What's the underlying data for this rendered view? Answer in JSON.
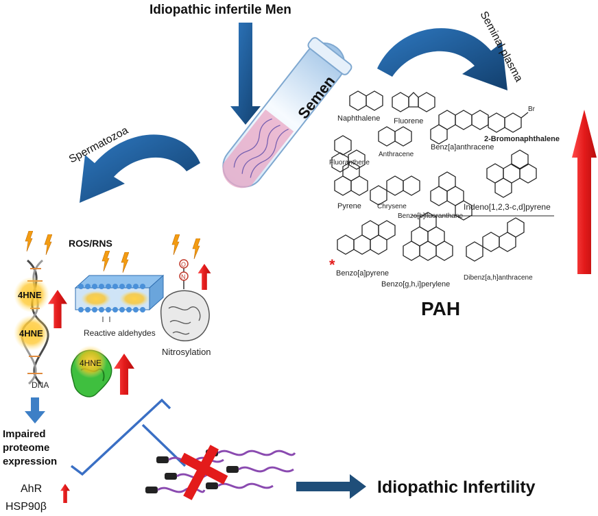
{
  "title": "Idiopathic infertile Men",
  "semen_label": "Semen",
  "branch_left": "Spermatozoa",
  "branch_right": "Seminal plasma",
  "ros_label": "ROS/RNS",
  "hne_label": "4HNE",
  "reactive_aldehydes": "Reactive aldehydes",
  "nitrosylation": "Nitrosylation",
  "nitroso_o": "O",
  "nitroso_n": "N",
  "dna_label": "DNA",
  "impaired": [
    "Impaired",
    "proteome",
    "expression"
  ],
  "ahr": "AhR",
  "hsp": "HSP90β",
  "outcome": "Idiopathic Infertility",
  "pah_title": "PAH",
  "bromo_br": "Br",
  "asterisk": "*",
  "pah_compounds": [
    "Naphthalene",
    "Fluorene",
    "2-Bromonaphthalene",
    "Fluoranthene",
    "Anthracene",
    "Benz[a]anthracene",
    "Pyrene",
    "Chrysene",
    "Benzo[b]fluoranthane",
    "Indeno[1,2,3-c,d]pyrene",
    "Benzo[a]pyrene",
    "Benzo[g,h,i]perylene",
    "Dibenz[a,h]anthracene"
  ],
  "colors": {
    "arrow_blue": "#1c5a96",
    "arrow_red": "#e31b1b",
    "bracket_blue": "#3a6fc4",
    "navy_arrow": "#1f4e79",
    "sperm_purple": "#8a4ab0",
    "membrane_blue": "#4a90d9",
    "protein_green": "#33aa33",
    "glow_yellow": "#ffd24a"
  }
}
